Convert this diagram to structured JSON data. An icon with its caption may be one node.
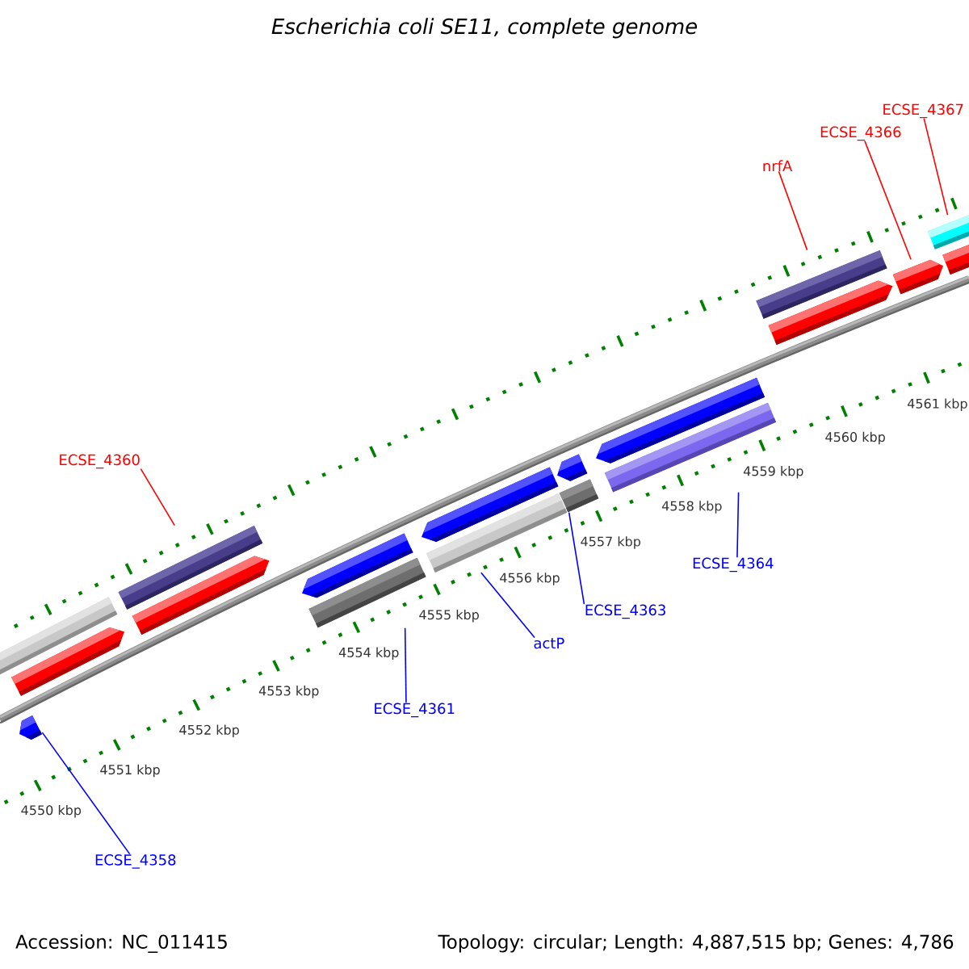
{
  "diagram": {
    "title": "Escherichia coli SE11, complete genome",
    "nodes": [
      {
        "text": [
          "ECSE_4367"
        ]
      },
      {
        "text": [
          "ECSE_4366"
        ]
      },
      {
        "text": [
          "nrfA"
        ]
      },
      {
        "text": [
          "ECSE_4360"
        ]
      },
      {
        "text": [
          "ECSE_4364"
        ]
      },
      {
        "text": [
          "ECSE_4363"
        ]
      },
      {
        "text": [
          "actP"
        ]
      },
      {
        "text": [
          "ECSE_4361"
        ]
      },
      {
        "text": [
          "ECSE_4358"
        ]
      },
      {
        "text": [],
        "shape": "bar"
      },
      {
        "text": [],
        "shape": "bar"
      },
      {
        "text": [],
        "shape": "bar"
      },
      {
        "text": [],
        "shape": "bar"
      },
      {
        "text": [],
        "shape": "pentagon"
      },
      {
        "text": [],
        "shape": "pentagon"
      },
      {
        "text": [],
        "shape": "pentagon"
      },
      {
        "text": [],
        "shape": "pentagon"
      },
      {
        "text": [],
        "shape": "bar"
      },
      {
        "text": [],
        "shape": "pentagon"
      },
      {
        "text": [],
        "shape": "pentagon"
      },
      {
        "text": [],
        "shape": "pentagon"
      },
      {
        "text": [],
        "shape": "pentagon"
      },
      {
        "text": [],
        "shape": "pentagon"
      },
      {
        "text": [],
        "shape": "bar"
      },
      {
        "text": [],
        "shape": "bar"
      },
      {
        "text": [],
        "shape": "bar"
      },
      {
        "text": [],
        "shape": "bar"
      }
    ],
    "edges": [
      {
        "from": 0,
        "to": 12,
        "arrow": "none",
        "color": "#ff0000"
      },
      {
        "from": 1,
        "to": 16,
        "arrow": "none",
        "color": "#ff0000"
      },
      {
        "from": 2,
        "to": 11,
        "arrow": "none",
        "color": "#ff0000"
      },
      {
        "from": 3,
        "to": 10,
        "arrow": "none",
        "color": "#ff0000"
      },
      {
        "from": 4,
        "to": 26,
        "arrow": "none"
      },
      {
        "from": 5,
        "to": 25,
        "arrow": "none"
      },
      {
        "from": 6,
        "to": 24,
        "arrow": "none"
      },
      {
        "from": 7,
        "to": 23,
        "arrow": "none"
      },
      {
        "from": 8,
        "to": 18,
        "arrow": "none"
      }
    ],
    "labels": [
      "4561 kbp",
      "4560 kbp",
      "4559 kbp",
      "4558 kbp",
      "4557 kbp",
      "4556 kbp",
      "4555 kbp",
      "4554 kbp",
      "4553 kbp",
      "4552 kbp",
      "4551 kbp",
      "4550 kbp",
      "Accession: NC_011415",
      "Topology: circular; Length: 4,887,515 bp; Genes: 4,786"
    ]
  }
}
